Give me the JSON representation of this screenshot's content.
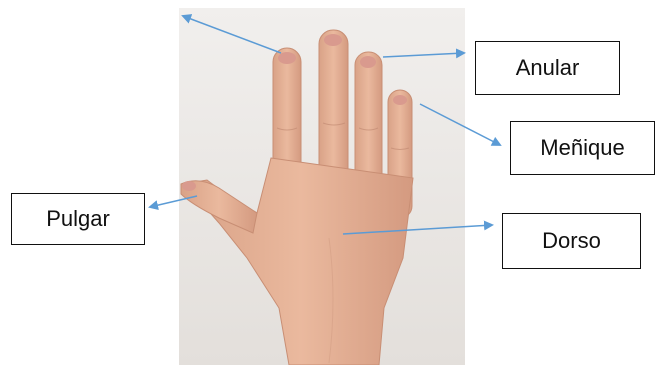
{
  "labels": {
    "anular": "Anular",
    "menique": "Meñique",
    "pulgar": "Pulgar",
    "dorso": "Dorso"
  },
  "colors": {
    "arrow": "#5b9bd5",
    "background_photo": "#ece9e6",
    "skin": "#e6b59b"
  }
}
